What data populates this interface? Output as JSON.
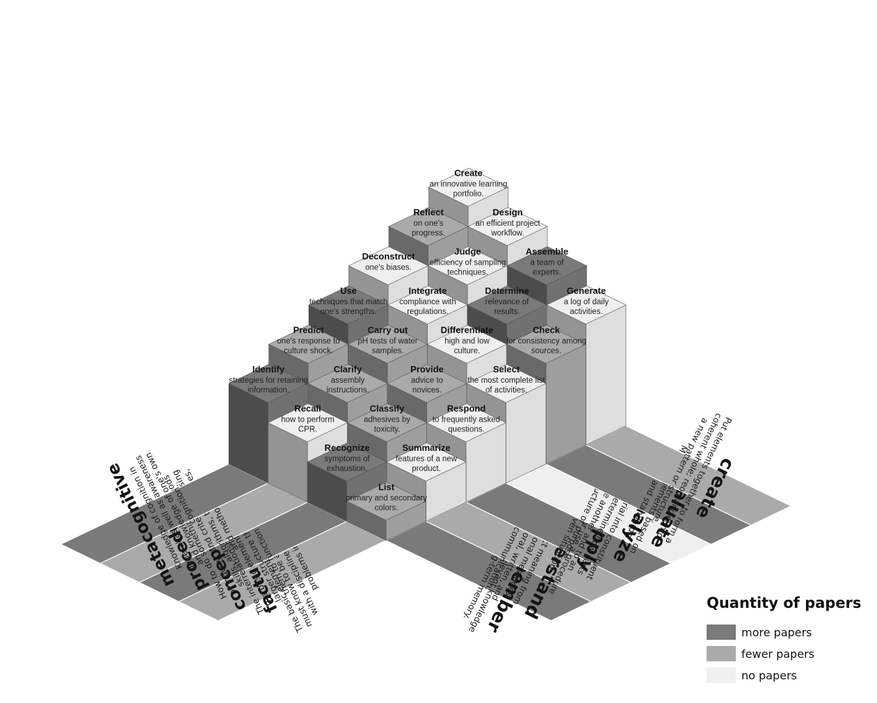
{
  "legend": {
    "title": "Quantity of papers",
    "items": [
      {
        "key": "more",
        "label": "more papers",
        "color": "#7a7a7a"
      },
      {
        "key": "fewer",
        "label": "fewer papers",
        "color": "#aaaaaa"
      },
      {
        "key": "none",
        "label": "no papers",
        "color": "#efefef"
      }
    ]
  },
  "knowledge_dimensions": [
    {
      "name": "factual",
      "description": [
        "The basic elements students",
        "must know to be acquainted",
        "with a discipline or solve",
        "problems in it."
      ],
      "shade": "fewer"
    },
    {
      "name": "conceptual",
      "description": [
        "The interrelationships among",
        "the basic elements within a",
        "larger structure that enable",
        "them to function together."
      ],
      "shade": "more"
    },
    {
      "name": "procedural",
      "description": [
        "How to do something, methods",
        "of inquiry, and criteria for using",
        "skills, algorithms, techniques,",
        "and methods."
      ],
      "shade": "fewer"
    },
    {
      "name": "metacognitive",
      "description": [
        "Knowledge of cognition in",
        "general as well as awareness",
        "and knowledge of one's own",
        "cognition."
      ],
      "shade": "more"
    }
  ],
  "cognitive_processes": [
    {
      "name": "remember",
      "description": [
        "Retrieve relevant knowledge",
        "from long-term memory."
      ],
      "shade": "more"
    },
    {
      "name": "understand",
      "description": [
        "Construct meaning from",
        "instructional messages,",
        "including oral, written, and",
        "graphic communication."
      ],
      "shade": "fewer"
    },
    {
      "name": "apply",
      "description": [
        "Carry out or use a procedure",
        "in a given situation."
      ],
      "shade": "more"
    },
    {
      "name": "analyze",
      "description": [
        "Break material into constituent",
        "parts and determine how parts",
        "relate to one another and to an",
        "overall structure or purpose."
      ],
      "shade": "none"
    },
    {
      "name": "evaluate",
      "description": [
        "Make judgements based on",
        "criteria and standards."
      ],
      "shade": "more"
    },
    {
      "name": "create",
      "description": [
        "Put elements together to form a",
        "coherent whole; reorganize into",
        "a new pattern or structure."
      ],
      "shade": "fewer"
    }
  ],
  "cells": [
    {
      "knowledge": 0,
      "process": 0,
      "title": "List",
      "desc": [
        "primary and secondary",
        "colors."
      ],
      "shade": "fewer"
    },
    {
      "knowledge": 0,
      "process": 1,
      "title": "Summarize",
      "desc": [
        "features of a new",
        "product."
      ],
      "shade": "none"
    },
    {
      "knowledge": 0,
      "process": 2,
      "title": "Respond",
      "desc": [
        "to frequently asked",
        "questions."
      ],
      "shade": "none"
    },
    {
      "knowledge": 0,
      "process": 3,
      "title": "Select",
      "desc": [
        "the most complete list",
        "of activities."
      ],
      "shade": "none"
    },
    {
      "knowledge": 0,
      "process": 4,
      "title": "Check",
      "desc": [
        "for consistency among",
        "sources."
      ],
      "shade": "fewer"
    },
    {
      "knowledge": 0,
      "process": 5,
      "title": "Generate",
      "desc": [
        "a log of daily",
        "activities."
      ],
      "shade": "none"
    },
    {
      "knowledge": 1,
      "process": 0,
      "title": "Recognize",
      "desc": [
        "symptoms of",
        "exhaustion."
      ],
      "shade": "more"
    },
    {
      "knowledge": 1,
      "process": 1,
      "title": "Classify",
      "desc": [
        "adhesives by",
        "toxicity."
      ],
      "shade": "fewer"
    },
    {
      "knowledge": 1,
      "process": 2,
      "title": "Provide",
      "desc": [
        "advice to",
        "novices."
      ],
      "shade": "fewer"
    },
    {
      "knowledge": 1,
      "process": 3,
      "title": "Differentiate",
      "desc": [
        "high and low",
        "culture."
      ],
      "shade": "none"
    },
    {
      "knowledge": 1,
      "process": 4,
      "title": "Determine",
      "desc": [
        "relevance of",
        "results."
      ],
      "shade": "more"
    },
    {
      "knowledge": 1,
      "process": 5,
      "title": "Assemble",
      "desc": [
        "a team of",
        "experts."
      ],
      "shade": "more"
    },
    {
      "knowledge": 2,
      "process": 0,
      "title": "Recall",
      "desc": [
        "how to perform",
        "CPR."
      ],
      "shade": "none"
    },
    {
      "knowledge": 2,
      "process": 1,
      "title": "Clarify",
      "desc": [
        "assembly",
        "instructions."
      ],
      "shade": "fewer"
    },
    {
      "knowledge": 2,
      "process": 2,
      "title": "Carry out",
      "desc": [
        "pH tests of water",
        "samples."
      ],
      "shade": "fewer"
    },
    {
      "knowledge": 2,
      "process": 3,
      "title": "Integrate",
      "desc": [
        "compliance with",
        "regulations."
      ],
      "shade": "none"
    },
    {
      "knowledge": 2,
      "process": 4,
      "title": "Judge",
      "desc": [
        "efficiency of sampling",
        "techniques."
      ],
      "shade": "none"
    },
    {
      "knowledge": 2,
      "process": 5,
      "title": "Design",
      "desc": [
        "an efficient project",
        "workflow."
      ],
      "shade": "none"
    },
    {
      "knowledge": 3,
      "process": 0,
      "title": "Identify",
      "desc": [
        "strategies for retaining",
        "information."
      ],
      "shade": "more"
    },
    {
      "knowledge": 3,
      "process": 1,
      "title": "Predict",
      "desc": [
        "one's response to",
        "culture shock."
      ],
      "shade": "fewer"
    },
    {
      "knowledge": 3,
      "process": 2,
      "title": "Use",
      "desc": [
        "techniques that match",
        "one's strengths."
      ],
      "shade": "more"
    },
    {
      "knowledge": 3,
      "process": 3,
      "title": "Deconstruct",
      "desc": [
        "one's biases."
      ],
      "shade": "none"
    },
    {
      "knowledge": 3,
      "process": 4,
      "title": "Reflect",
      "desc": [
        "on one's",
        "progress."
      ],
      "shade": "fewer"
    },
    {
      "knowledge": 3,
      "process": 5,
      "title": "Create",
      "desc": [
        "an innovative learning",
        "portfolio."
      ],
      "shade": "none"
    }
  ]
}
